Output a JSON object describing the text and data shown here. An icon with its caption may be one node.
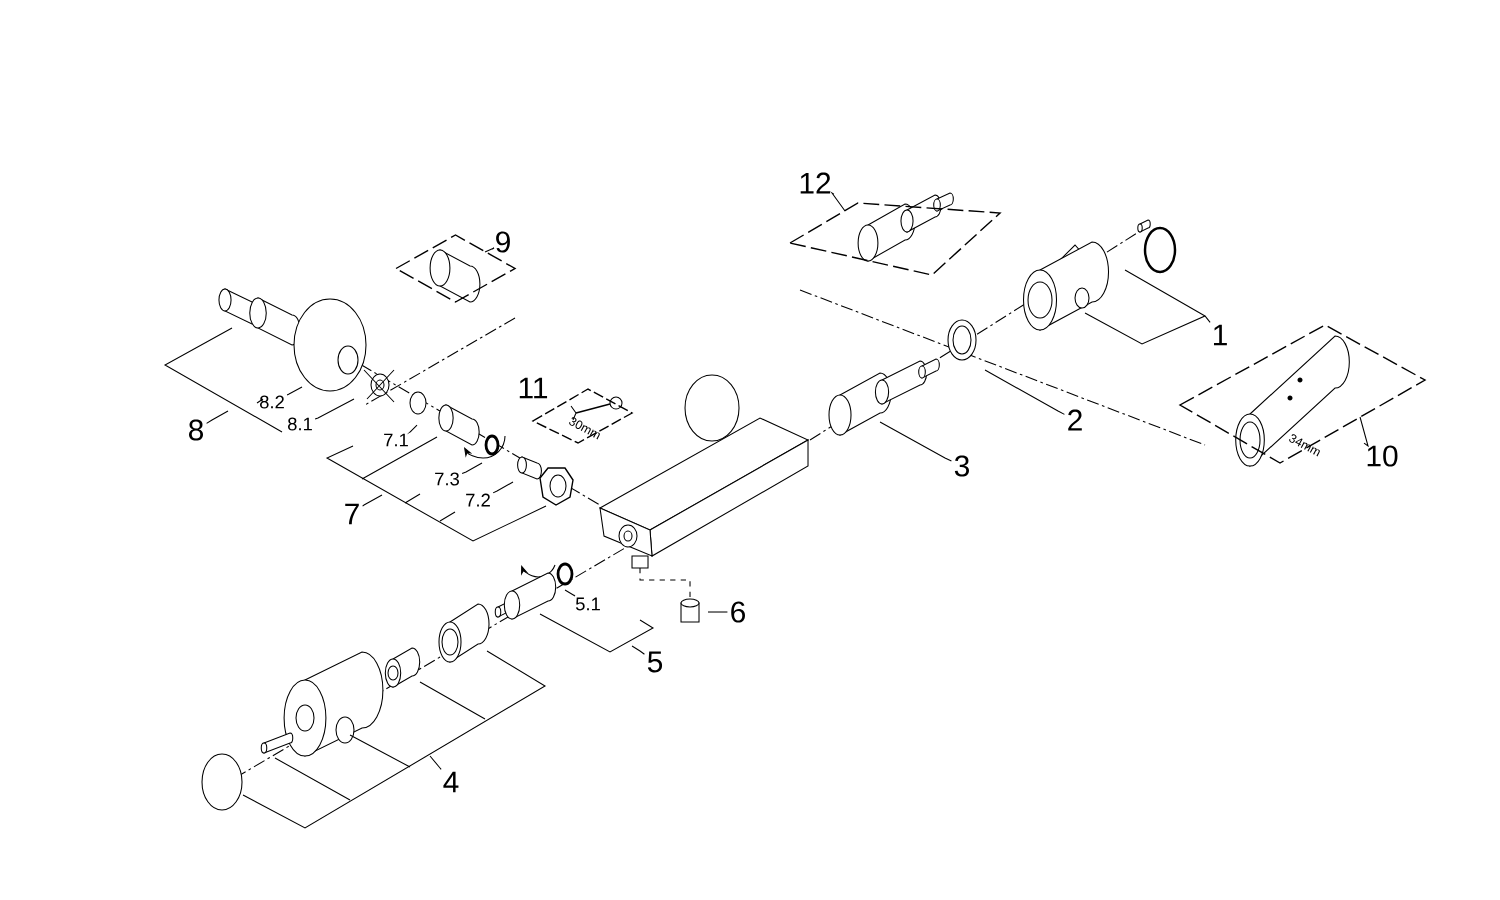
{
  "diagram": {
    "nodes": [
      {
        "text": [
          "12"
        ]
      },
      {
        "text": [
          "9"
        ]
      },
      {
        "text": [
          "1"
        ]
      },
      {
        "text": [
          "11"
        ]
      },
      {
        "text": [
          "8.2"
        ]
      },
      {
        "text": [
          "7.1"
        ]
      },
      {
        "text": [
          "2"
        ]
      },
      {
        "text": [
          "8.1"
        ]
      },
      {
        "text": [
          "8"
        ]
      },
      {
        "text": [
          "10"
        ]
      },
      {
        "text": [
          "3"
        ]
      },
      {
        "text": [
          "7.3"
        ]
      },
      {
        "text": [
          "7.2"
        ]
      },
      {
        "text": [
          "7"
        ]
      },
      {
        "text": [
          "5.1"
        ]
      },
      {
        "text": [
          "6"
        ]
      },
      {
        "text": [
          "5"
        ]
      },
      {
        "text": [
          "4"
        ]
      },
      {
        "text": [],
        "shape": "diamond"
      },
      {
        "text": [],
        "shape": "box"
      },
      {
        "text": [
          "30mm"
        ]
      },
      {
        "text": [
          "34mm"
        ]
      }
    ],
    "edges": [
      {
        "from": 0,
        "to": 19,
        "arrow": "none"
      },
      {
        "from": 1,
        "to": 18,
        "arrow": "none"
      },
      {
        "from": 2,
        "to": null,
        "arrow": "none"
      },
      {
        "from": 4,
        "to": null,
        "arrow": "none"
      },
      {
        "from": 5,
        "to": null,
        "arrow": "none"
      },
      {
        "from": 6,
        "to": null,
        "arrow": "none"
      },
      {
        "from": 7,
        "to": null,
        "arrow": "none"
      },
      {
        "from": 8,
        "to": null,
        "arrow": "none"
      },
      {
        "from": 9,
        "to": 21,
        "arrow": "none"
      },
      {
        "from": 10,
        "to": null,
        "arrow": "none"
      },
      {
        "from": 11,
        "to": null,
        "arrow": "none"
      },
      {
        "from": 12,
        "to": null,
        "arrow": "none"
      },
      {
        "from": 13,
        "to": null,
        "arrow": "none"
      },
      {
        "from": 14,
        "to": null,
        "arrow": "none"
      },
      {
        "from": 15,
        "to": null,
        "arrow": "none"
      },
      {
        "from": 16,
        "to": null,
        "arrow": "none"
      },
      {
        "from": 17,
        "to": null,
        "arrow": "none"
      }
    ],
    "labels": []
  }
}
